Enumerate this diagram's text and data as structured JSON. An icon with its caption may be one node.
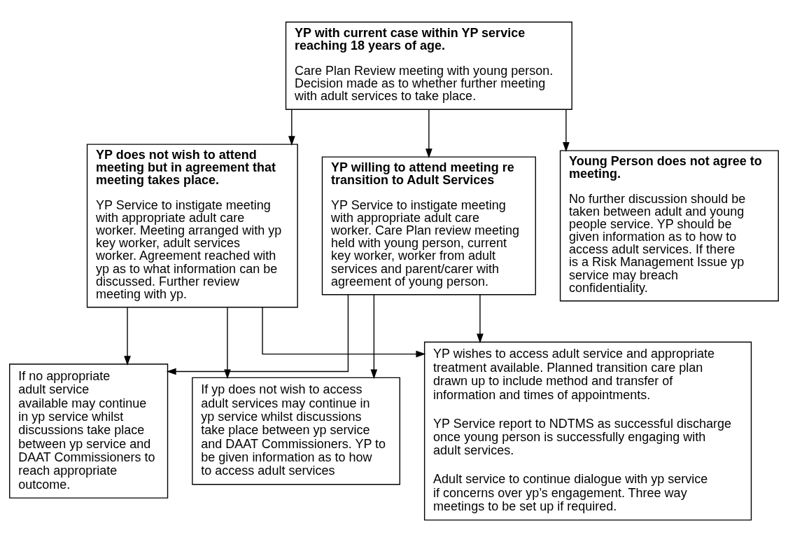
{
  "diagram": {
    "nodes": [
      {
        "text": [
          "YP with current case within YP service reaching 18 years of age.",
          "Care Plan Review meeting with young person. Decision made as to whether further meeting with adult services to take place."
        ]
      },
      {
        "text": [
          "YP willing to attend meeting re transition to Adult Services",
          "YP Service to instigate meeting with appropriate adult care worker. Care Plan review meeting held with young person, current key worker, worker from adult services and parent/carer with agreement of young person."
        ]
      },
      {
        "text": [
          "YP does not wish to attend meeting but in agreement that meeting takes place.",
          "YP Service to instigate meeting with appropriate adult care worker. Meeting arranged with yp key worker, adult services worker. Agreement reached with yp as to what information can be discussed. Further review meeting with yp."
        ]
      },
      {
        "text": [
          "Young Person does not agree to meeting.",
          "No further discussion should be taken between adult and young people service. YP should be given information as to how to access adult services. If there is a Risk Management Issue yp service may breach confidentiality."
        ]
      },
      {
        "text": [
          "If no appropriate adult service available may continue in yp service whilst discussions take place between yp service and DAAT Commissioners to reach appropriate outcome."
        ]
      },
      {
        "text": [
          "If yp does not wish to access adult services may continue in yp service whilst discussions take place between yp service and DAAT Commissioners. YP to be given information as to how to access adult services"
        ]
      },
      {
        "text": [
          "YP wishes to access adult service and appropriate treatment available. Planned transition care plan drawn up to include method and transfer of information and times of appointments.",
          "YP Service report to NDTMS as successful discharge once young person is successfully engaging with adult services.",
          "Adult service to continue dialogue with yp service if concerns over yp’s engagement. Three way meetings to be set up if required."
        ]
      }
    ],
    "edges": [
      {
        "from": 0,
        "to": 1,
        "arrow": "to"
      },
      {
        "from": 0,
        "to": 2,
        "arrow": "to"
      },
      {
        "from": 0,
        "to": 3,
        "arrow": "to"
      },
      {
        "from": 1,
        "to": 4,
        "arrow": "to"
      },
      {
        "from": 1,
        "to": 5,
        "arrow": "to"
      },
      {
        "from": 1,
        "to": 6,
        "arrow": "to"
      },
      {
        "from": 2,
        "to": 4,
        "arrow": "to"
      },
      {
        "from": 2,
        "to": 5,
        "arrow": "to"
      },
      {
        "from": 2,
        "to": 6,
        "arrow": "to"
      }
    ]
  }
}
